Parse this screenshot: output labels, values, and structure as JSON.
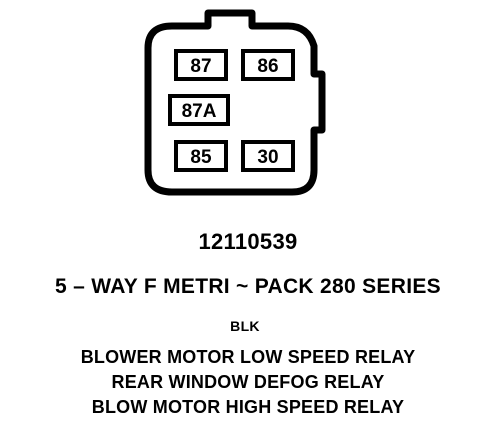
{
  "connector": {
    "pins": [
      {
        "id": "87",
        "label": "87"
      },
      {
        "id": "86",
        "label": "86"
      },
      {
        "id": "87A",
        "label": "87A"
      },
      {
        "id": "85",
        "label": "85"
      },
      {
        "id": "30",
        "label": "30"
      }
    ],
    "part_number": "12110539",
    "type": "5 – WAY F METRI ~ PACK 280 SERIES",
    "color": "BLK"
  },
  "usages": [
    "BLOWER MOTOR LOW SPEED RELAY",
    "REAR WINDOW DEFOG RELAY",
    "BLOW MOTOR HIGH SPEED RELAY"
  ],
  "colors": {
    "ink": "#000000",
    "paper": "#ffffff"
  }
}
